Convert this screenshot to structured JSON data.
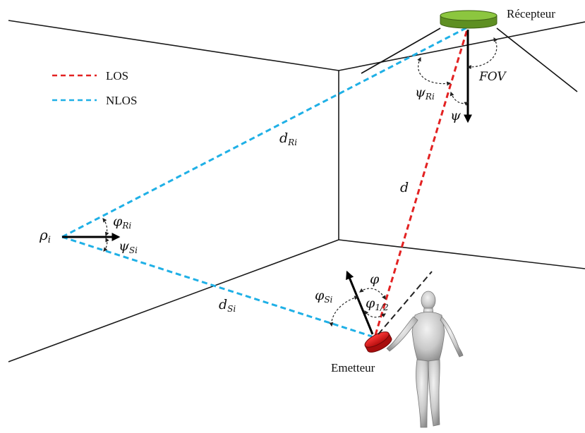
{
  "labels": {
    "receiver": "Récepteur",
    "transmitter": "Emetteur",
    "fov": "FOV",
    "psi": "ψ",
    "d": "d",
    "rho": "ρ",
    "rho_sub": "i",
    "d_Ri": "d",
    "d_Ri_sub": "Ri",
    "d_Si": "d",
    "d_Si_sub": "Si",
    "phi_Ri": "φ",
    "phi_Ri_sub": "Ri",
    "psi_Si": "ψ",
    "psi_Si_sub": "Si",
    "psi_Ri": "ψ",
    "psi_Ri_sub": "Ri",
    "phi": "φ",
    "phi_Si": "φ",
    "phi_Si_sub": "Si",
    "phi_half": "φ",
    "phi_half_sub": "1/2"
  },
  "legend": [
    {
      "label": "LOS",
      "color": "#e32222"
    },
    {
      "label": "NLOS",
      "color": "#1fb0e6"
    }
  ],
  "colors": {
    "los": "#e32222",
    "nlos": "#1fb0e6",
    "receiver_top": "#8cc63f",
    "receiver_side": "#5e8f22",
    "transmitter": "#e01818",
    "walls": "#1a1a1a"
  },
  "icons": {
    "person": "standing-human-figure",
    "receiver": "photodetector-disc",
    "transmitter": "led-disc"
  }
}
